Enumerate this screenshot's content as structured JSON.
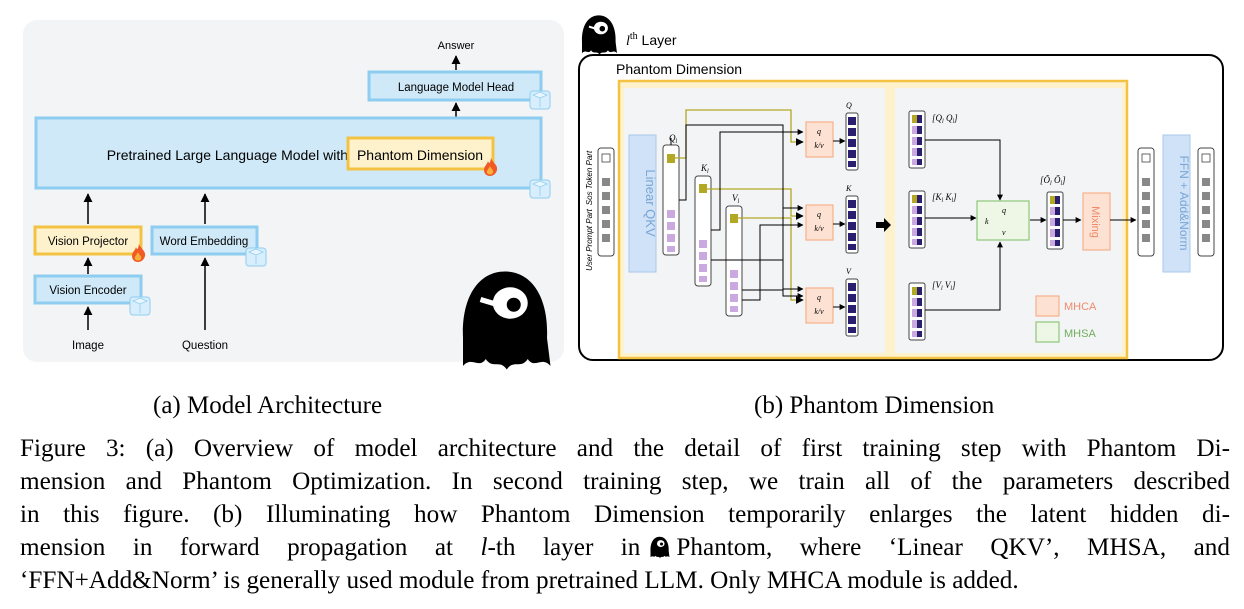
{
  "panel_a": {
    "answer": "Answer",
    "lm_head": "Language Model Head",
    "llm_prefix": "Pretrained Large Language Model with ",
    "llm_highlight": "Phantom Dimension",
    "vision_projector": "Vision Projector",
    "word_embedding": "Word Embedding",
    "vision_encoder": "Vision Encoder",
    "image": "Image",
    "question": "Question"
  },
  "panel_b": {
    "layer_prefix": "l",
    "layer_sup": "th",
    "layer_suffix": " Layer",
    "title": "Phantom Dimension",
    "sos_token_part": "Sos Token Part",
    "user_prompt_part": "User Prompt Part",
    "linear_qkv": "Linear QKV",
    "q_label": "Q",
    "q_sub": "l",
    "k_label": "K",
    "k_sub": "l",
    "v_label": "V",
    "v_sub": "l",
    "q_star": "Q",
    "k_star": "K",
    "v_star": "V",
    "attn_q": "q",
    "attn_kv": "k/v",
    "concat_q": "[Q",
    "concat_k": "[K",
    "concat_v": "[V",
    "concat_o": "[Õ",
    "mhsa_k": "k",
    "mhsa_q": "q",
    "mhsa_v": "v",
    "mixing": "Mixing",
    "ffn": "FFN + Add&Norm",
    "legend_mhca": "MHCA",
    "legend_mhsa": "MHSA"
  },
  "captions": {
    "sub_a": "(a) Model Architecture",
    "sub_b": "(b) Phantom Dimension",
    "line1": "Figure 3: (a) Overview of model architecture and the detail of first training step with Phantom Di-",
    "line2": "mension and Phantom Optimization. In second training step, we train all of the parameters described",
    "line3": "in this figure. (b) Illuminating how Phantom Dimension temporarily enlarges the latent hidden di-",
    "line4_a": "mension in forward propagation at ",
    "line4_l": "l",
    "line4_b": "-th layer in",
    "line4_c": "Phantom, where ‘Linear QKV’, MHSA, and",
    "line5": "‘FFN+Add&Norm’ is generally used module from pretrained LLM. Only MHCA module is added."
  },
  "colors": {
    "block_blue": "#cfe9f8",
    "block_blue_border": "#8ecdf0",
    "highlight_yellow": "#fdf2cc",
    "highlight_border": "#f3c243",
    "panel_gray": "#f3f4f6",
    "mhca": "#f7b08a",
    "mhsa": "#8ec77a",
    "token_navy": "#2a1f6e",
    "token_lavender": "#c9a9e0",
    "token_olive": "#b3a823"
  }
}
